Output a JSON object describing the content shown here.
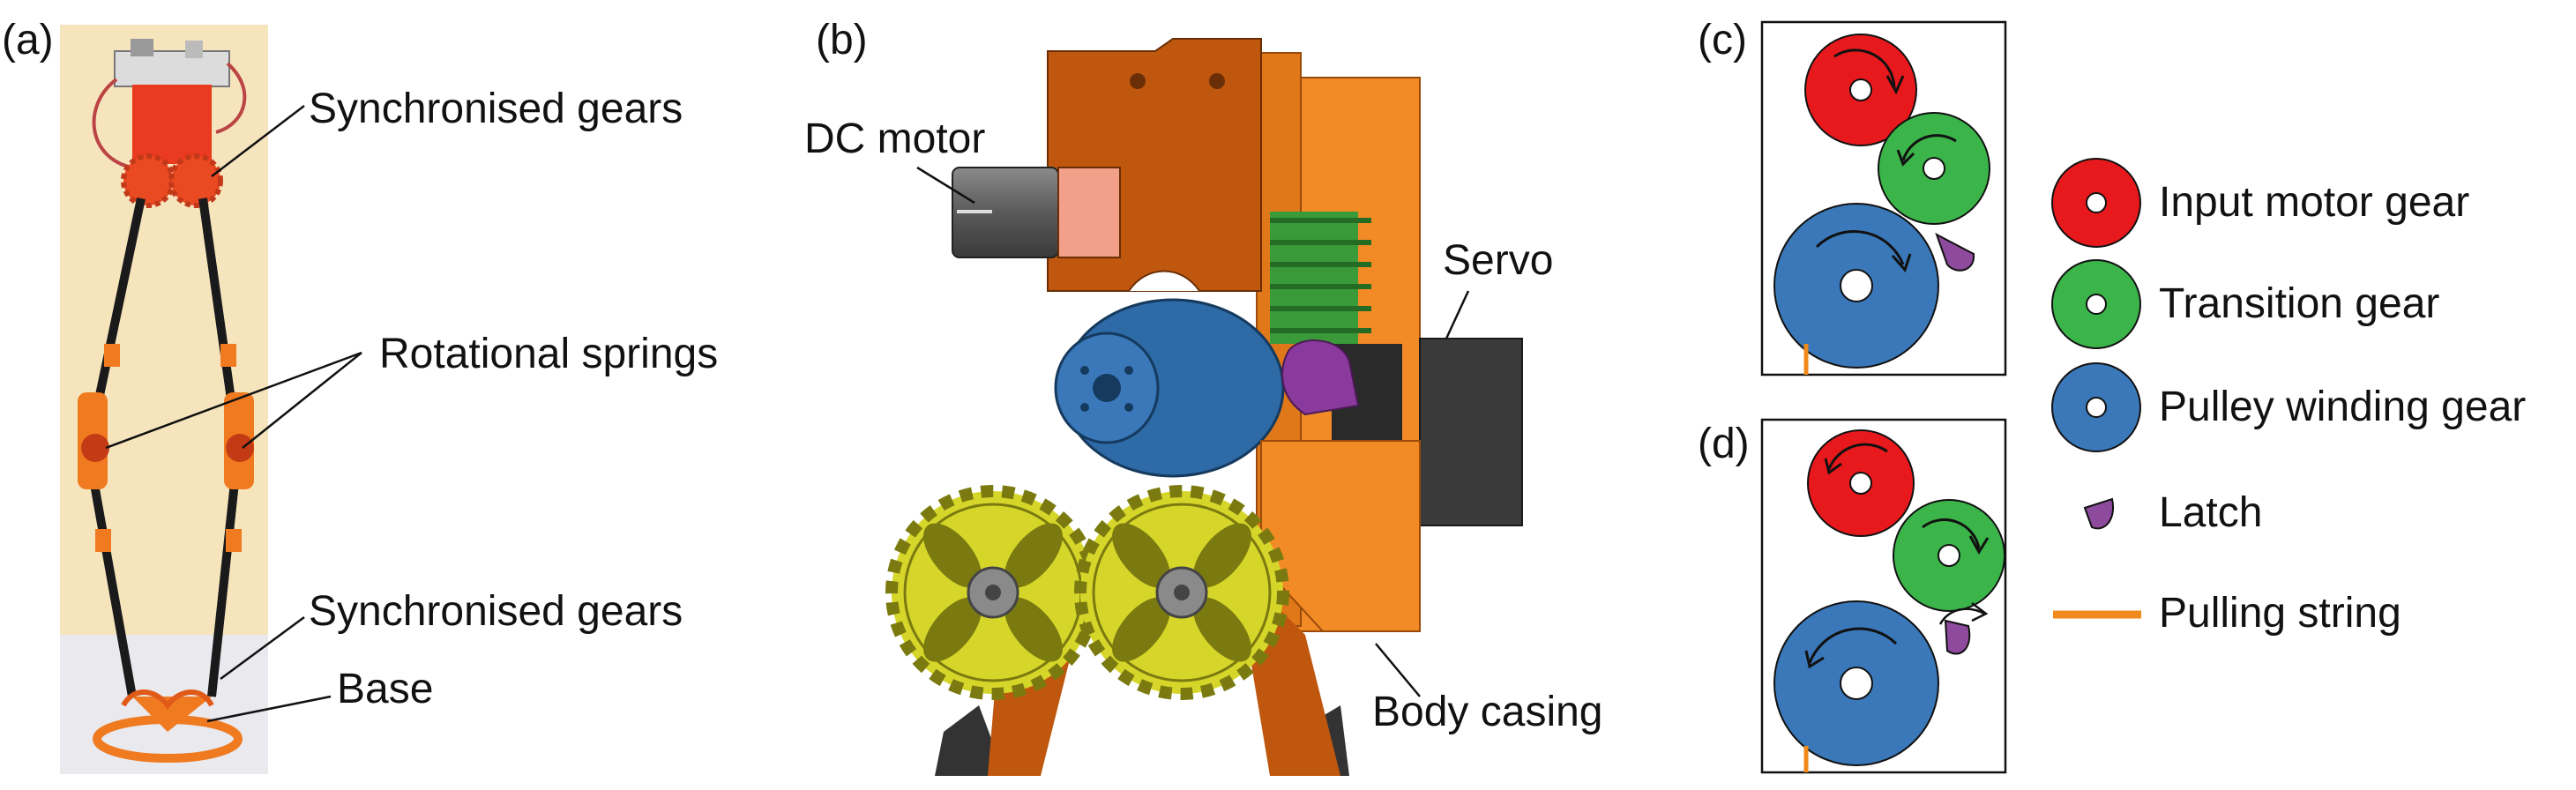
{
  "panels": {
    "a": "(a)",
    "b": "(b)",
    "c": "(c)",
    "d": "(d)"
  },
  "panel_a": {
    "labels": {
      "sync_top": "Synchronised gears",
      "springs": "Rotational springs",
      "sync_bottom": "Synchronised gears",
      "base": "Base"
    }
  },
  "panel_b": {
    "labels": {
      "dc_motor": "DC motor",
      "servo": "Servo",
      "body_casing": "Body casing"
    }
  },
  "legend": [
    {
      "label": "Input motor gear",
      "color": "#e8191d",
      "icon": "red-gear-icon"
    },
    {
      "label": "Transition gear",
      "color": "#3bb54a",
      "icon": "green-gear-icon"
    },
    {
      "label": "Pulley winding gear",
      "color": "#3a78b9",
      "icon": "blue-gear-icon"
    },
    {
      "label": "Latch",
      "color": "#8e4a9c",
      "icon": "latch-icon"
    },
    {
      "label": "Pulling string",
      "color": "#f08a1c",
      "icon": "string-icon"
    }
  ],
  "colors": {
    "casing": "#c0570e",
    "casing_light": "#f28a26",
    "gear_yellow": "#d6d62a",
    "photo_bg": "#f7e6c2"
  }
}
